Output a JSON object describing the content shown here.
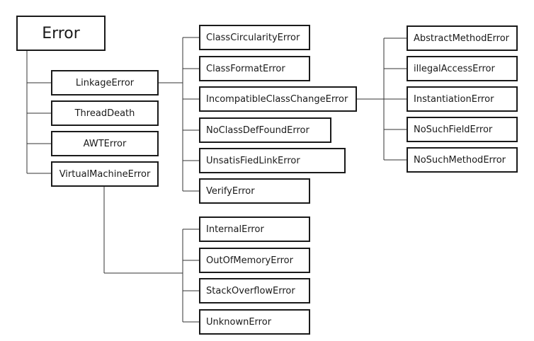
{
  "diagram": {
    "root": "Error",
    "children": [
      "LinkageError",
      "ThreadDeath",
      "AWTError",
      "VirtualMachineError"
    ],
    "linkage_children": [
      "ClassCircularityError",
      "ClassFormatError",
      "IncompatibleClassChangeError",
      "NoClassDefFoundError",
      "UnsatisFiedLinkError",
      "VerifyError"
    ],
    "incompatible_children": [
      "AbstractMethodError",
      "illegalAccessError",
      "InstantiationError",
      "NoSuchFieldError",
      "NoSuchMethodError"
    ],
    "vm_children": [
      "InternalError",
      "OutOfMemoryError",
      "StackOverflowError",
      "UnknownError"
    ]
  }
}
